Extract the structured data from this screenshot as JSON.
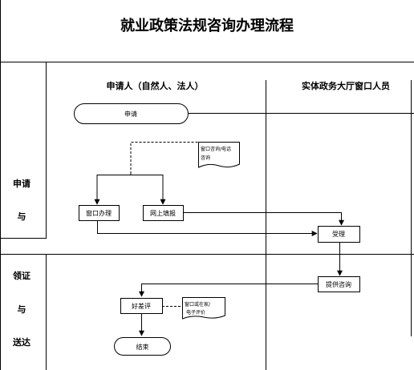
{
  "title": "就业政策法规咨询办理流程",
  "lanes": {
    "applicant": "申请人（自然人、法人）",
    "staff": "实体政务大厅窗口人员"
  },
  "stages": {
    "apply": [
      "申请",
      "与"
    ],
    "receive": [
      "领证",
      "与",
      "送达"
    ]
  },
  "nodes": {
    "start": "申请",
    "window_handle": "窗口办理",
    "online_submit": "网上填报",
    "accept": "受理",
    "provide_consult": "提供咨询",
    "good_bad_review": "好差评",
    "end": "结束"
  },
  "documents": {
    "consult_doc": [
      "窗口咨询/电话",
      "咨询"
    ],
    "review_doc": [
      "窗口或在家/",
      "电子评价"
    ]
  }
}
